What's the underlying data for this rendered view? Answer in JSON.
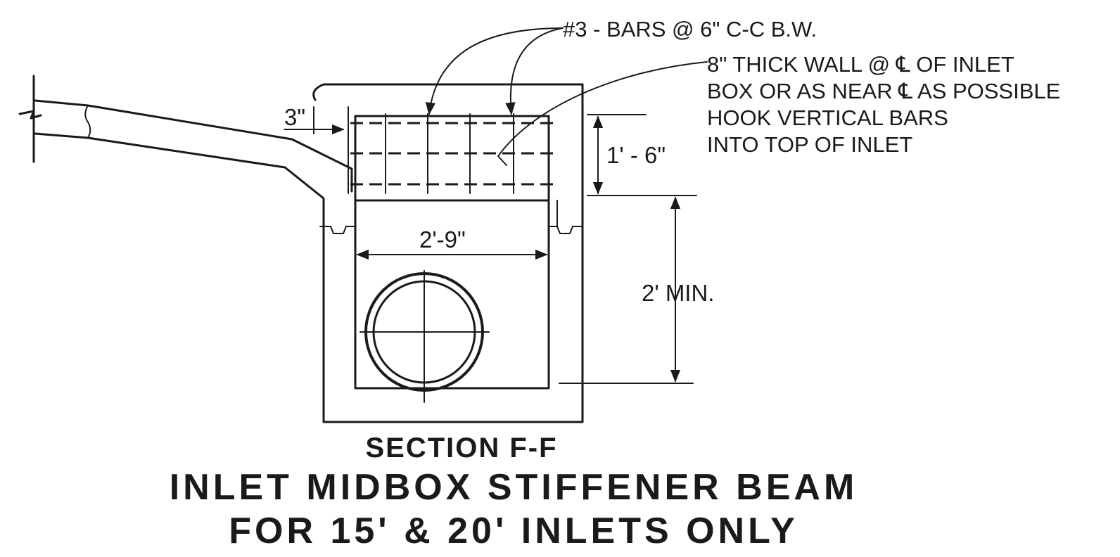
{
  "callouts": {
    "bars": "#3 - BARS @ 6\" C-C B.W.",
    "wall_line1": "8\" THICK WALL @ ℄ OF INLET",
    "wall_line2": "BOX OR AS NEAR ℄ AS POSSIBLE",
    "hook_line1": "HOOK VERTICAL BARS",
    "hook_line2": "INTO TOP OF INLET"
  },
  "dimensions": {
    "cover": "3\"",
    "beam_height": "1' - 6\"",
    "inner_width": "2'-9\"",
    "min_depth": "2' MIN."
  },
  "titles": {
    "section": "SECTION F-F",
    "line1": "INLET MIDBOX STIFFENER BEAM",
    "line2": "FOR 15' & 20' INLETS ONLY"
  }
}
